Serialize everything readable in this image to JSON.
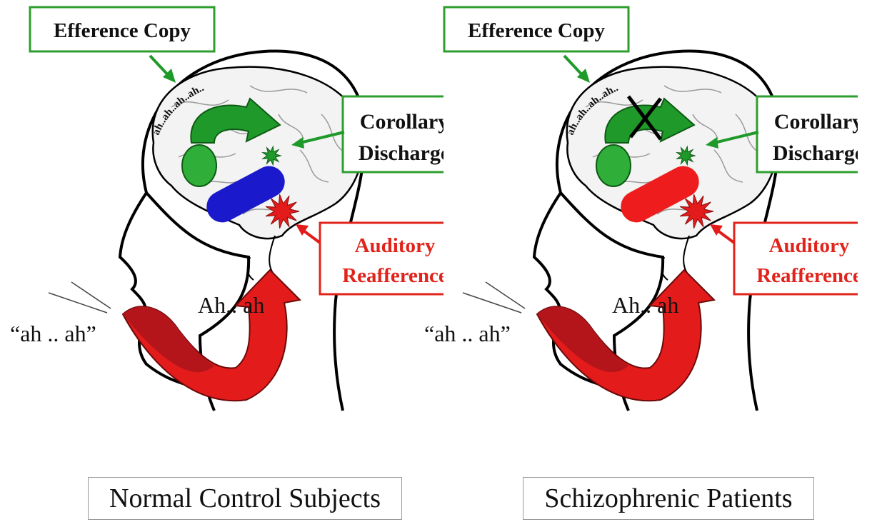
{
  "panels": [
    {
      "efference_label": "Efference Copy",
      "inner_speech": "ah..ah..ah..ah..",
      "corollary_line1": "Corollary",
      "corollary_line2": "Discharge",
      "reafference_line1": "Auditory",
      "reafference_line2": "Reafference",
      "heard_speech": "Ah.. ah",
      "spoken_speech": "“ah .. ah”",
      "caption": "Normal Control Subjects",
      "colors": {
        "auditory_cortex": "#1a1acc"
      },
      "corollary_blocked": false
    },
    {
      "efference_label": "Efference Copy",
      "inner_speech": "ah..ah..ah..ah..",
      "corollary_line1": "Corollary",
      "corollary_line2": "Discharge",
      "reafference_line1": "Auditory",
      "reafference_line2": "Reafference",
      "heard_speech": "Ah.. ah",
      "spoken_speech": "“ah .. ah”",
      "caption": "Schizophrenic Patients",
      "colors": {
        "auditory_cortex": "#ee1c1c"
      },
      "corollary_blocked": true
    }
  ],
  "colors": {
    "green_box": "#2e9e2e",
    "red_box": "#e0241b",
    "green_fill": "#1f9a2a",
    "red_fill": "#e31b1b",
    "dark_red": "#b3151b"
  }
}
